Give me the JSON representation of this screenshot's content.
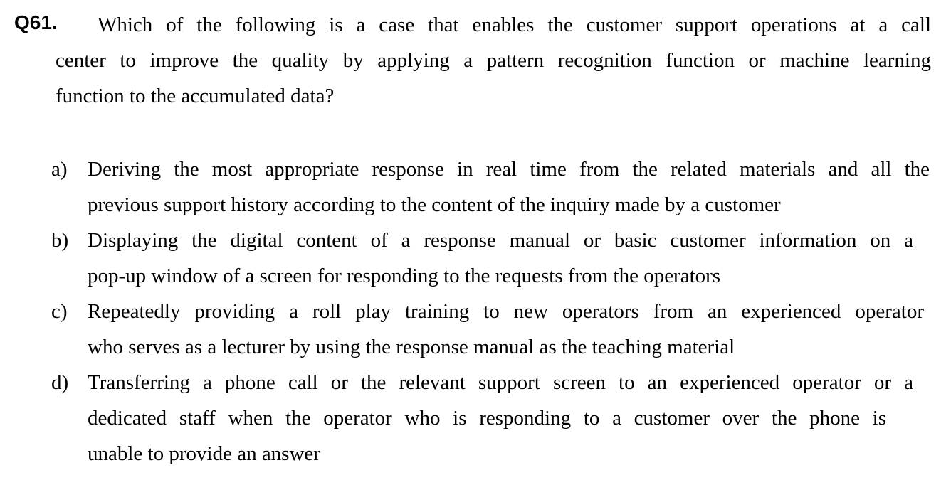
{
  "question": {
    "number": "Q61.",
    "lines": [
      "Which of the following is a case that enables the customer support operations at a call",
      "center to improve the quality by applying a pattern recognition function or machine learning",
      "function to the accumulated data?"
    ]
  },
  "options": [
    {
      "label": "a)",
      "lines": [
        "Deriving the most appropriate response in real time from the related materials and all the",
        "previous support history according to the content of the inquiry made by a customer"
      ]
    },
    {
      "label": "b)",
      "lines": [
        "Displaying the digital content of a response manual or basic customer information on a",
        "pop-up window of a screen for responding to the requests from the operators"
      ]
    },
    {
      "label": "c)",
      "lines": [
        "Repeatedly providing a roll play training to new operators from an experienced operator",
        "who serves as a lecturer by using the response manual as the teaching material"
      ]
    },
    {
      "label": "d)",
      "lines": [
        "Transferring a phone call or the relevant support screen to an experienced operator or a",
        "dedicated staff when the operator who is responding to a customer over the phone is",
        "unable to provide an answer"
      ]
    }
  ]
}
